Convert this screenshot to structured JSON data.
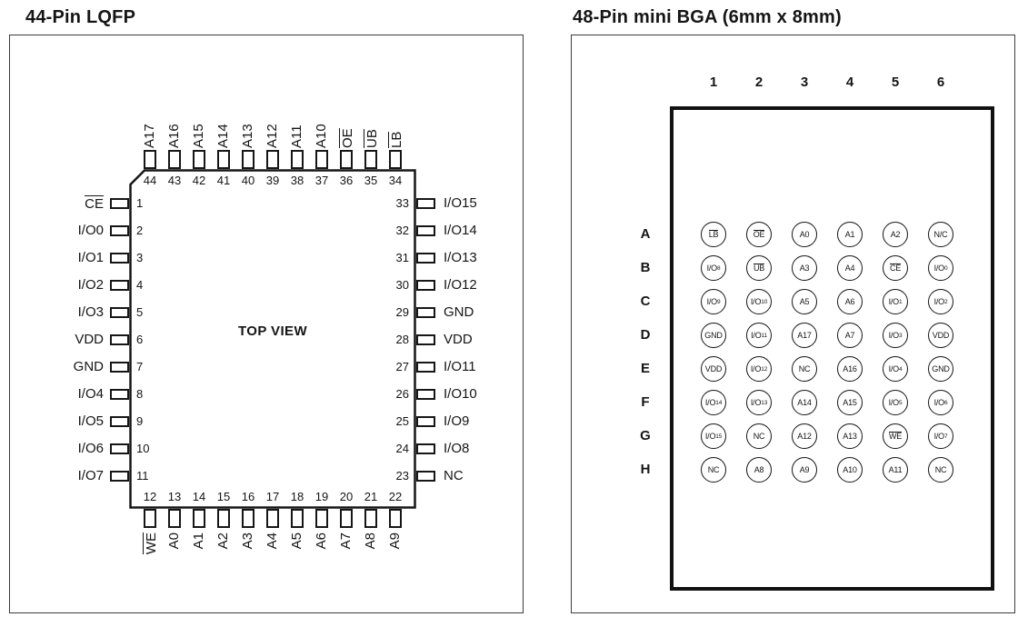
{
  "lqfp": {
    "title": "44-Pin LQFP",
    "center_label": "TOP VIEW",
    "top_pins": [
      {
        "num": "44",
        "label": "A17",
        "bar": false
      },
      {
        "num": "43",
        "label": "A16",
        "bar": false
      },
      {
        "num": "42",
        "label": "A15",
        "bar": false
      },
      {
        "num": "41",
        "label": "A14",
        "bar": false
      },
      {
        "num": "40",
        "label": "A13",
        "bar": false
      },
      {
        "num": "39",
        "label": "A12",
        "bar": false
      },
      {
        "num": "38",
        "label": "A11",
        "bar": false
      },
      {
        "num": "37",
        "label": "A10",
        "bar": false
      },
      {
        "num": "36",
        "label": "OE",
        "bar": true
      },
      {
        "num": "35",
        "label": "UB",
        "bar": true
      },
      {
        "num": "34",
        "label": "LB",
        "bar": true
      }
    ],
    "left_pins": [
      {
        "num": "1",
        "label": "CE",
        "bar": true
      },
      {
        "num": "2",
        "label": "I/O0",
        "bar": false
      },
      {
        "num": "3",
        "label": "I/O1",
        "bar": false
      },
      {
        "num": "4",
        "label": "I/O2",
        "bar": false
      },
      {
        "num": "5",
        "label": "I/O3",
        "bar": false
      },
      {
        "num": "6",
        "label": "VDD",
        "bar": false
      },
      {
        "num": "7",
        "label": "GND",
        "bar": false
      },
      {
        "num": "8",
        "label": "I/O4",
        "bar": false
      },
      {
        "num": "9",
        "label": "I/O5",
        "bar": false
      },
      {
        "num": "10",
        "label": "I/O6",
        "bar": false
      },
      {
        "num": "11",
        "label": "I/O7",
        "bar": false
      }
    ],
    "right_pins": [
      {
        "num": "33",
        "label": "I/O15",
        "bar": false
      },
      {
        "num": "32",
        "label": "I/O14",
        "bar": false
      },
      {
        "num": "31",
        "label": "I/O13",
        "bar": false
      },
      {
        "num": "30",
        "label": "I/O12",
        "bar": false
      },
      {
        "num": "29",
        "label": "GND",
        "bar": false
      },
      {
        "num": "28",
        "label": "VDD",
        "bar": false
      },
      {
        "num": "27",
        "label": "I/O11",
        "bar": false
      },
      {
        "num": "26",
        "label": "I/O10",
        "bar": false
      },
      {
        "num": "25",
        "label": "I/O9",
        "bar": false
      },
      {
        "num": "24",
        "label": "I/O8",
        "bar": false
      },
      {
        "num": "23",
        "label": "NC",
        "bar": false
      }
    ],
    "bottom_pins": [
      {
        "num": "12",
        "label": "WE",
        "bar": true
      },
      {
        "num": "13",
        "label": "A0",
        "bar": false
      },
      {
        "num": "14",
        "label": "A1",
        "bar": false
      },
      {
        "num": "15",
        "label": "A2",
        "bar": false
      },
      {
        "num": "16",
        "label": "A3",
        "bar": false
      },
      {
        "num": "17",
        "label": "A4",
        "bar": false
      },
      {
        "num": "18",
        "label": "A5",
        "bar": false
      },
      {
        "num": "19",
        "label": "A6",
        "bar": false
      },
      {
        "num": "20",
        "label": "A7",
        "bar": false
      },
      {
        "num": "21",
        "label": "A8",
        "bar": false
      },
      {
        "num": "22",
        "label": "A9",
        "bar": false
      }
    ]
  },
  "bga": {
    "title": "48-Pin mini BGA (6mm x 8mm)",
    "col_headers": [
      "1",
      "2",
      "3",
      "4",
      "5",
      "6"
    ],
    "row_headers": [
      "A",
      "B",
      "C",
      "D",
      "E",
      "F",
      "G",
      "H"
    ],
    "balls": [
      [
        {
          "t": "LB",
          "bar": true
        },
        {
          "t": "OE",
          "bar": true
        },
        {
          "t": "A0",
          "bar": false
        },
        {
          "t": "A1",
          "bar": false
        },
        {
          "t": "A2",
          "bar": false
        },
        {
          "t": "N/C",
          "bar": false
        }
      ],
      [
        {
          "t": "I/O",
          "sub": "8",
          "bar": false
        },
        {
          "t": "UB",
          "bar": true
        },
        {
          "t": "A3",
          "bar": false
        },
        {
          "t": "A4",
          "bar": false
        },
        {
          "t": "CE",
          "bar": true
        },
        {
          "t": "I/O",
          "sub": "0",
          "bar": false
        }
      ],
      [
        {
          "t": "I/O",
          "sub": "9",
          "bar": false
        },
        {
          "t": "I/O",
          "sub": "10",
          "bar": false
        },
        {
          "t": "A5",
          "bar": false
        },
        {
          "t": "A6",
          "bar": false
        },
        {
          "t": "I/O",
          "sub": "1",
          "bar": false
        },
        {
          "t": "I/O",
          "sub": "2",
          "bar": false
        }
      ],
      [
        {
          "t": "GND",
          "bar": false
        },
        {
          "t": "I/O",
          "sub": "11",
          "bar": false
        },
        {
          "t": "A17",
          "bar": false
        },
        {
          "t": "A7",
          "bar": false
        },
        {
          "t": "I/O",
          "sub": "3",
          "bar": false
        },
        {
          "t": "VDD",
          "bar": false
        }
      ],
      [
        {
          "t": "VDD",
          "bar": false
        },
        {
          "t": "I/O",
          "sub": "12",
          "bar": false
        },
        {
          "t": "NC",
          "bar": false
        },
        {
          "t": "A16",
          "bar": false
        },
        {
          "t": "I/O",
          "sub": "4",
          "bar": false
        },
        {
          "t": "GND",
          "bar": false
        }
      ],
      [
        {
          "t": "I/O",
          "sub": "14",
          "bar": false
        },
        {
          "t": "I/O",
          "sub": "13",
          "bar": false
        },
        {
          "t": "A14",
          "bar": false
        },
        {
          "t": "A15",
          "bar": false
        },
        {
          "t": "I/O",
          "sub": "5",
          "bar": false
        },
        {
          "t": "I/O",
          "sub": "6",
          "bar": false
        }
      ],
      [
        {
          "t": "I/O",
          "sub": "15",
          "bar": false
        },
        {
          "t": "NC",
          "bar": false
        },
        {
          "t": "A12",
          "bar": false
        },
        {
          "t": "A13",
          "bar": false
        },
        {
          "t": "WE",
          "bar": true
        },
        {
          "t": "I/O",
          "sub": "7",
          "bar": false
        }
      ],
      [
        {
          "t": "NC",
          "bar": false
        },
        {
          "t": "A8",
          "bar": false
        },
        {
          "t": "A9",
          "bar": false
        },
        {
          "t": "A10",
          "bar": false
        },
        {
          "t": "A11",
          "bar": false
        },
        {
          "t": "NC",
          "bar": false
        }
      ]
    ]
  }
}
